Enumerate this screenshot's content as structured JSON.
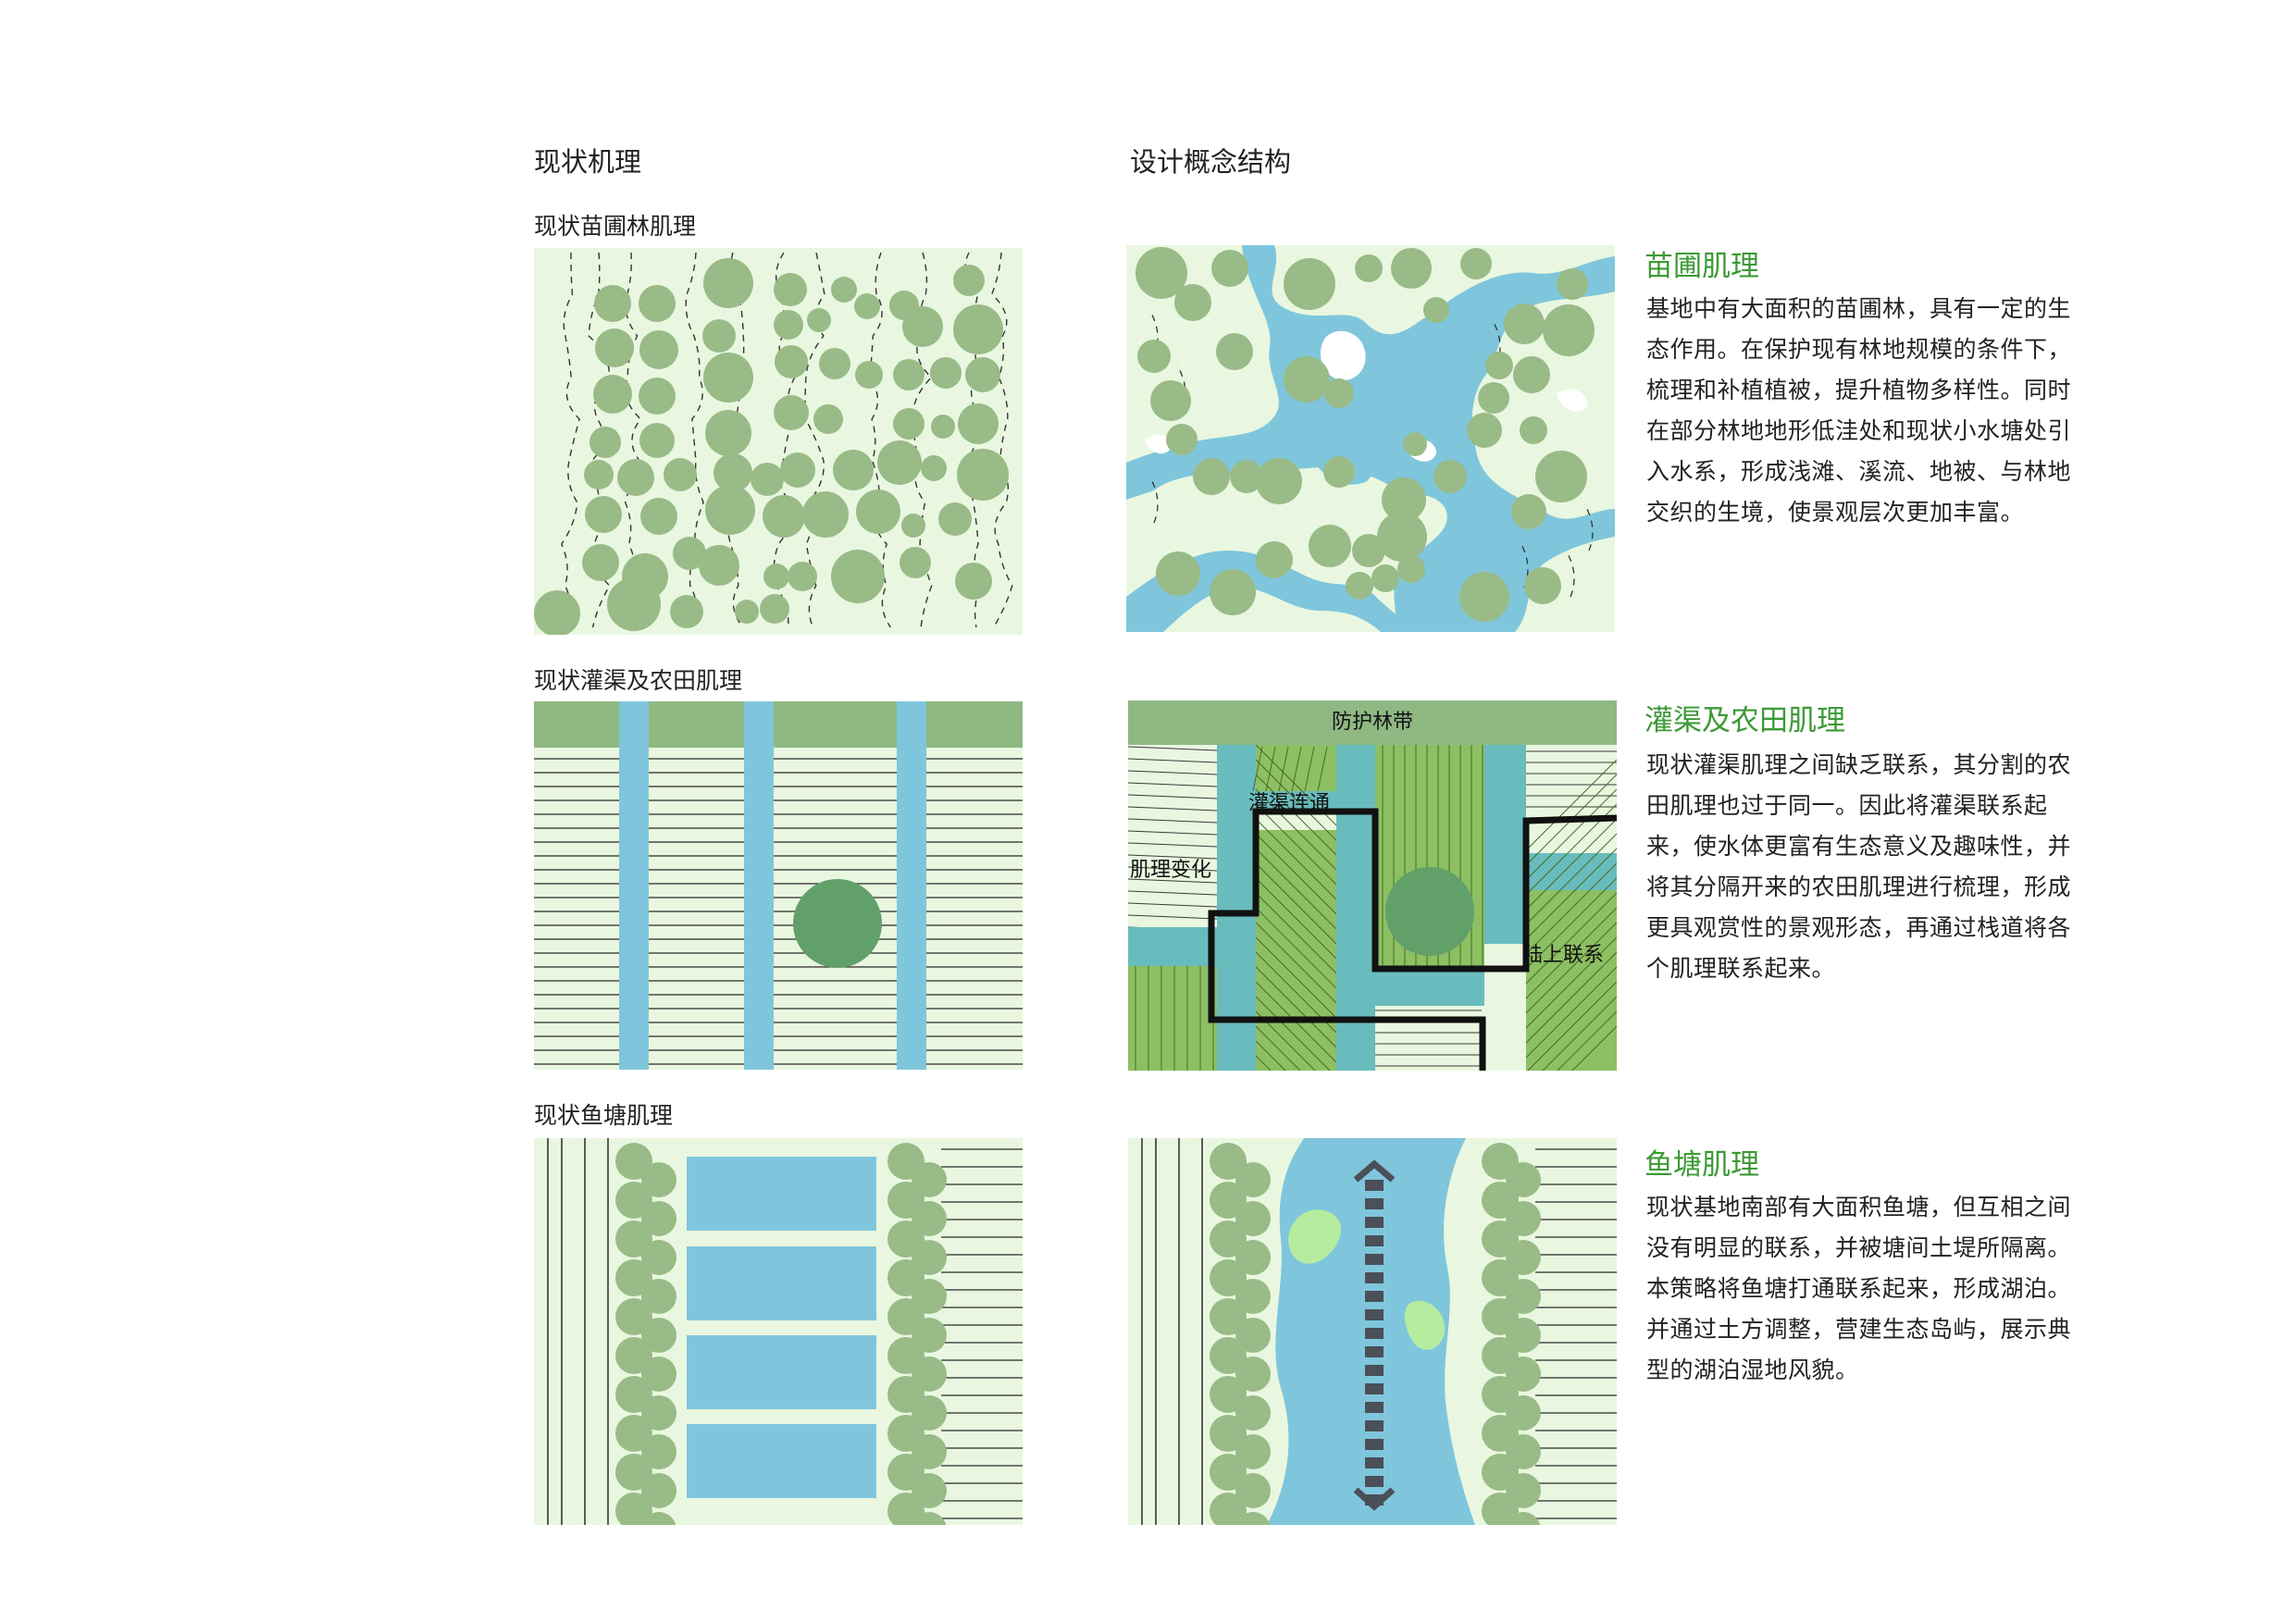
{
  "left_column_title": "现状机理",
  "right_column_title": "设计概念结构",
  "rows": [
    {
      "current_title": "现状苗圃林肌理",
      "heading": "苗圃肌理",
      "description": "基地中有大面积的苗圃林，具有一定的生态作用。在保护现有林地规模的条件下，梳理和补植植被，提升植物多样性。同时在部分林地地形低洼处和现状小水塘处引入水系，形成浅滩、溪流、地被、与林地交织的生境，使景观层次更加丰富。"
    },
    {
      "current_title": "现状灌渠及农田肌理",
      "heading": "灌渠及农田肌理",
      "description": "现状灌渠肌理之间缺乏联系，其分割的农田肌理也过于同一。因此将灌渠联系起来，使水体更富有生态意义及趣味性，并将其分隔开来的农田肌理进行梳理，形成更具观赏性的景观形态，再通过栈道将各个肌理联系起来。",
      "diagram_labels": {
        "forest_belt": "防护林带",
        "canal_link": "灌渠连通",
        "texture_change": "肌理变化",
        "land_link": "陆上联系"
      }
    },
    {
      "current_title": "现状鱼塘肌理",
      "heading": "鱼塘肌理",
      "description": "现状基地南部有大面积鱼塘，但互相之间没有明显的联系，并被塘间土堤所隔离。本策略将鱼塘打通联系起来，形成湖泊。并通过土方调整，营建生态岛屿，展示典型的湖泊湿地风貌。"
    }
  ],
  "colors": {
    "background_light": "#e9f7e0",
    "tree": "#99bb87",
    "water": "#7fc6dc",
    "forest_belt": "#8fb883",
    "large_tree": "#62a06a",
    "field_green": "#8cc063",
    "island": "#b6ec9f",
    "canal_teal": "#69bcbe",
    "heading_green": "#3c9a35"
  }
}
